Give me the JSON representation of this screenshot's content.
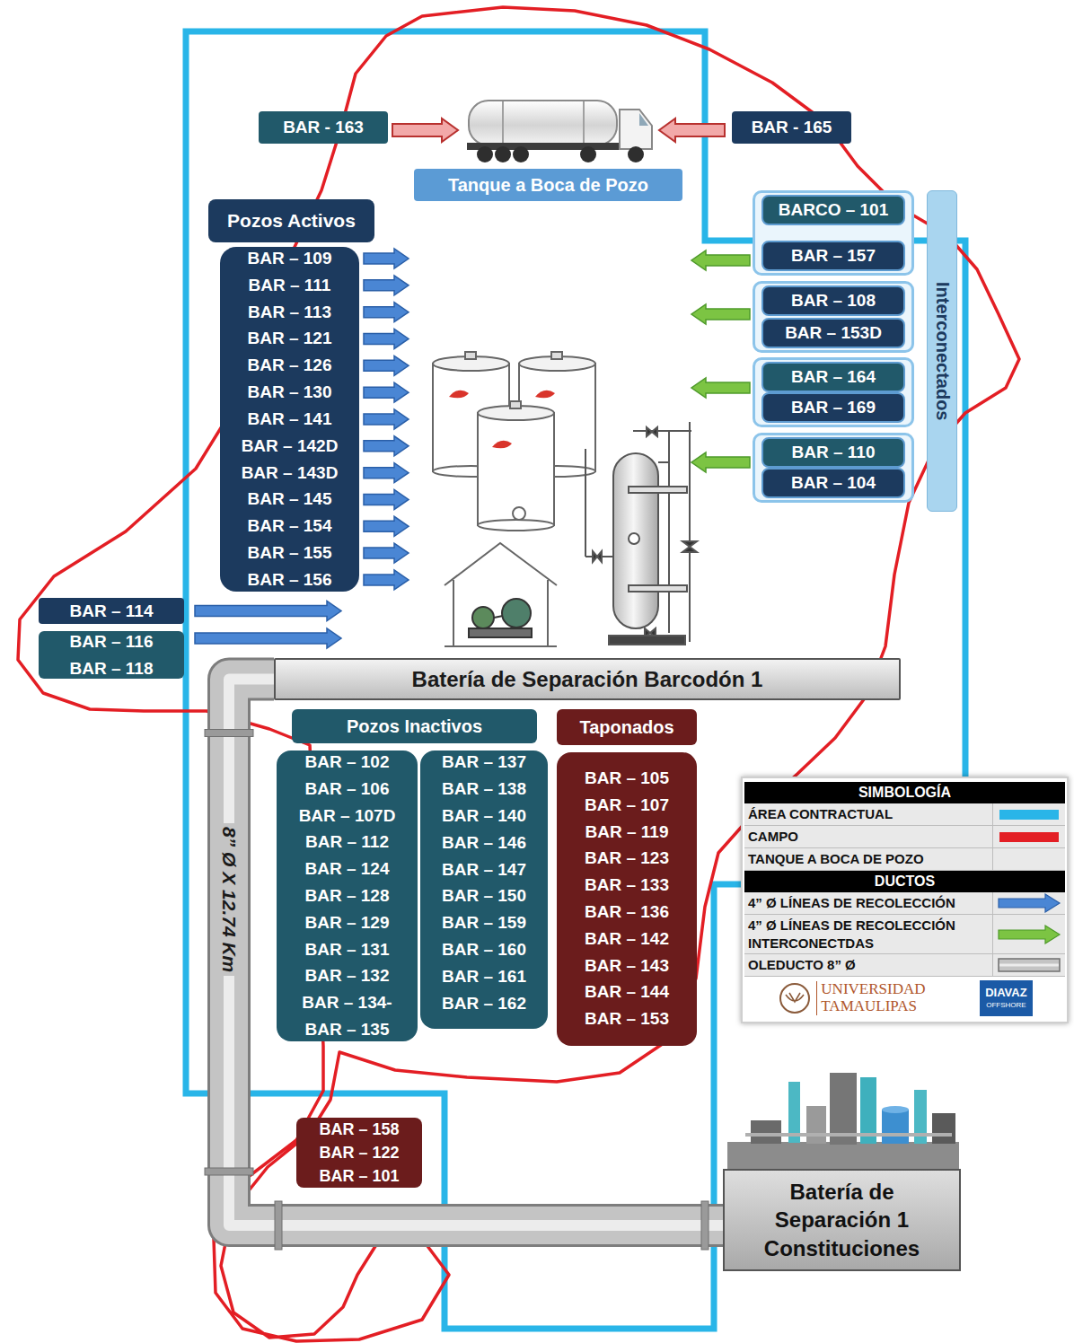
{
  "diagram": {
    "nodes": [
      {
        "text": [
          "BAR - 163"
        ]
      },
      {
        "text": [
          "BAR - 165"
        ]
      },
      {
        "text": [
          "Tanque  a Boca de Pozo"
        ]
      },
      {
        "text": [
          "Pozos Activos"
        ]
      },
      {
        "text": [
          "BAR – 109",
          "BAR – 111",
          "BAR – 113",
          "BAR – 121",
          "BAR – 126",
          "BAR – 130",
          "BAR – 141",
          "BAR – 142D",
          "BAR – 143D",
          "BAR – 145",
          "BAR – 154",
          "BAR – 155",
          "BAR – 156"
        ]
      },
      {
        "text": [
          "BARCO – 101",
          "BAR – 157"
        ]
      },
      {
        "text": [
          "BAR – 108",
          "BAR – 153D"
        ]
      },
      {
        "text": [
          "BAR – 164",
          "BAR – 169"
        ]
      },
      {
        "text": [
          "BAR – 110",
          "BAR – 104"
        ]
      },
      {
        "text": [
          "Interconectados"
        ]
      },
      {
        "text": [
          "BAR – 114"
        ]
      },
      {
        "text": [
          "BAR – 116",
          "BAR – 118"
        ]
      },
      {
        "text": [
          "Batería de Separación Barcodón 1"
        ]
      },
      {
        "text": [
          "Pozos Inactivos"
        ]
      },
      {
        "text": [
          "BAR – 102",
          "BAR – 106",
          "BAR – 107D",
          "BAR – 112",
          "BAR – 124",
          "BAR – 128",
          "BAR – 129",
          "BAR – 131",
          "BAR – 132",
          "BAR – 134-",
          "BAR – 135"
        ]
      },
      {
        "text": [
          "BAR – 137",
          "BAR – 138",
          "BAR – 140",
          "BAR – 146",
          "BAR – 147",
          "BAR – 150",
          "BAR – 159",
          "BAR – 160",
          "BAR – 161",
          "BAR – 162"
        ]
      },
      {
        "text": [
          "Taponados"
        ]
      },
      {
        "text": [
          "BAR – 105",
          "BAR – 107",
          "BAR – 119",
          "BAR – 123",
          "BAR – 133",
          "BAR – 136",
          "BAR – 142",
          "BAR – 143",
          "BAR – 144",
          "BAR – 153"
        ]
      },
      {
        "text": [
          "BAR – 158",
          "BAR – 122",
          "BAR – 101"
        ]
      },
      {
        "text": [
          "Batería de Separación 1 Constituciones"
        ]
      }
    ],
    "edges": [
      {
        "from": 12,
        "to": 19,
        "arrow": "none",
        "label": "8” Ø X 12.74 Km"
      }
    ],
    "labels": [
      "SIMBOLOGÍA",
      "DUCTOS",
      "UNIVERSIDAD",
      "TAMAULIPAS",
      "DIAVAZ",
      "OFFSHORE"
    ],
    "legend": [
      {
        "text": "ÁREA CONTRACTUAL",
        "color": "#29b5e8"
      },
      {
        "text": "CAMPO",
        "color": "#e31e24"
      },
      {
        "text": "TANQUE A BOCA DE POZO"
      },
      {
        "text": "4” Ø LÍNEAS DE RECOLECCIÓN"
      },
      {
        "text": "4” Ø LÍNEAS DE RECOLECCIÓN INTERCONECTDAS"
      },
      {
        "text": "OLEDUCTO 8” Ø"
      }
    ]
  }
}
